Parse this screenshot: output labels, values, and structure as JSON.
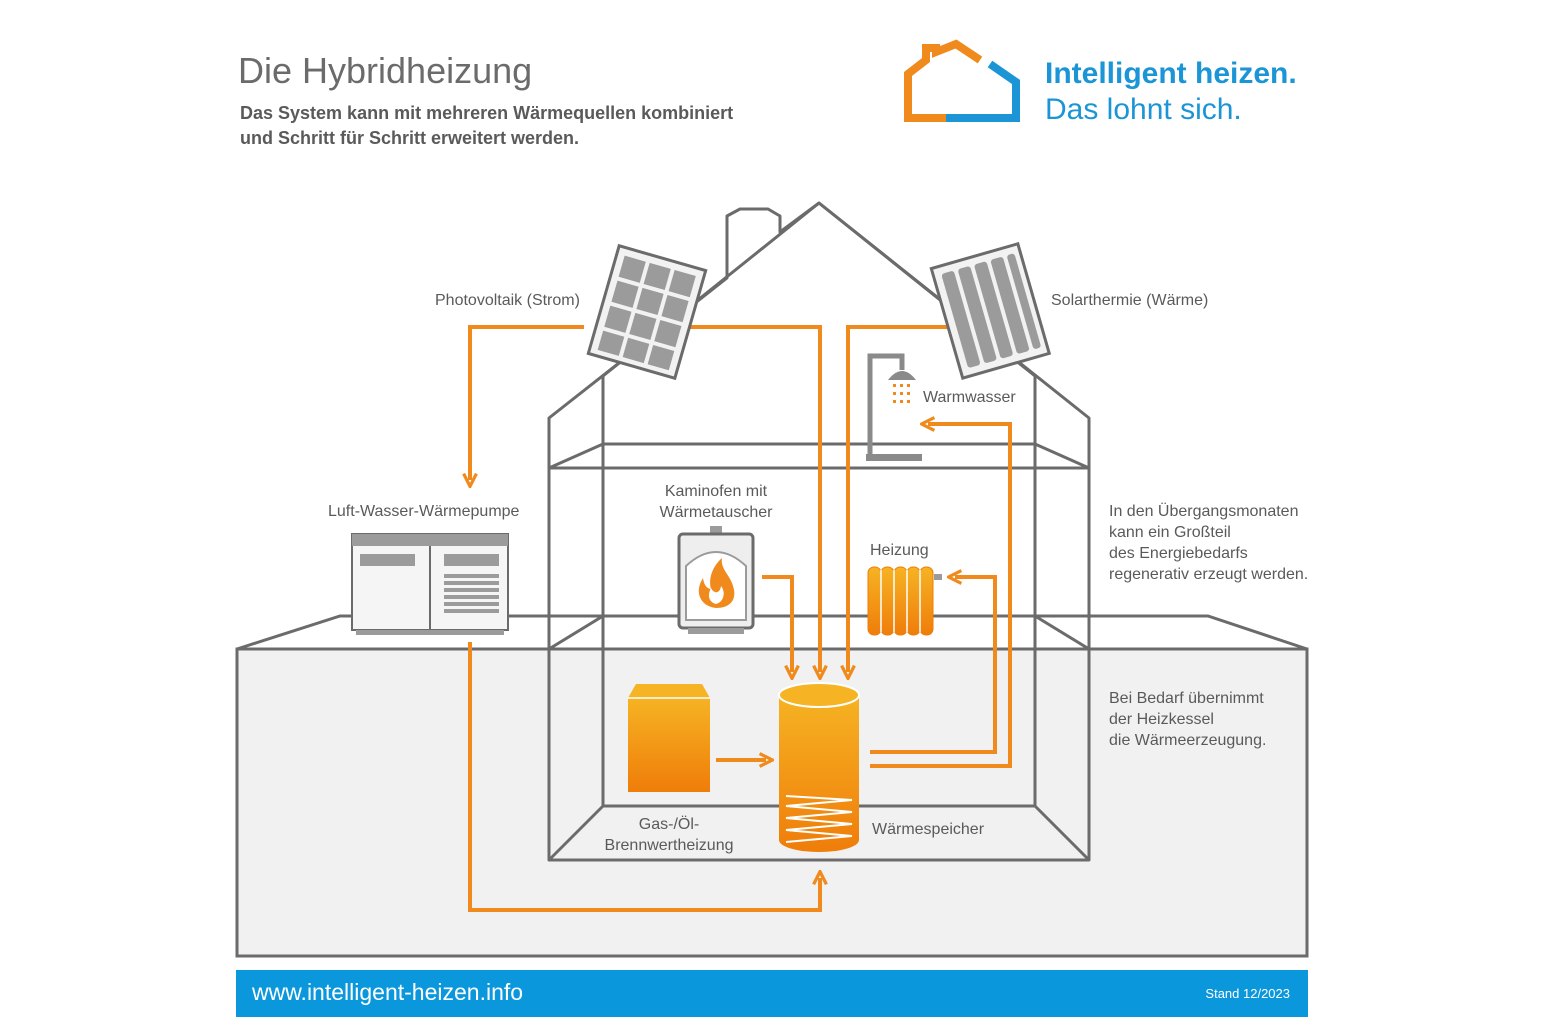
{
  "header": {
    "title": "Die Hybridheizung",
    "subtitle_line1": "Das System kann mit mehreren Wärmequellen kombiniert",
    "subtitle_line2": "und Schritt für Schritt erweitert werden."
  },
  "brand": {
    "line1": "Intelligent heizen.",
    "line2": "Das lohnt sich.",
    "colors": {
      "orange": "#f08a1c",
      "blue": "#1b95d6"
    }
  },
  "labels": {
    "photovoltaik": "Photovoltaik (Strom)",
    "solarthermie": "Solarthermie (Wärme)",
    "warmwasser": "Warmwasser",
    "waermepumpe": "Luft-Wasser-Wärmepumpe",
    "kaminofen_line1": "Kaminofen mit",
    "kaminofen_line2": "Wärmetauscher",
    "heizung": "Heizung",
    "gas_line1": "Gas-/Öl-",
    "gas_line2": "Brennwertheizung",
    "waermespeicher": "Wärmespeicher"
  },
  "notes": {
    "uebergang": [
      "In den Übergangsmonaten",
      "kann ein Großteil",
      "des Energiebedarfs",
      "regenerativ erzeugt werden."
    ],
    "bedarf": [
      "Bei Bedarf übernimmt",
      "der Heizkessel",
      "die Wärmeerzeugung."
    ]
  },
  "footer": {
    "url": "www.intelligent-heizen.info",
    "stand": "Stand 12/2023"
  },
  "colors": {
    "flow": "#f08a1c",
    "outline": "#6b6b6b",
    "ground": "#f0f1f0",
    "footer": "#0a97dc"
  }
}
